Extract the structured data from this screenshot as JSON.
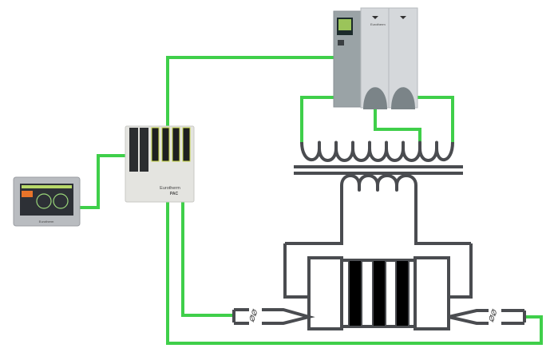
{
  "diagram": {
    "devices": {
      "hmi": {
        "brand": "Eurotherm"
      },
      "controller": {
        "brand": "Eurotherm",
        "model": "PAC"
      },
      "power_controller": {
        "brand": "Eurotherm"
      }
    },
    "thermocouple_symbol": "⌀⌀",
    "colors": {
      "wire_signal": "#3fcf4a",
      "wire_power": "#4a4c50",
      "element_band": "#000000"
    }
  }
}
